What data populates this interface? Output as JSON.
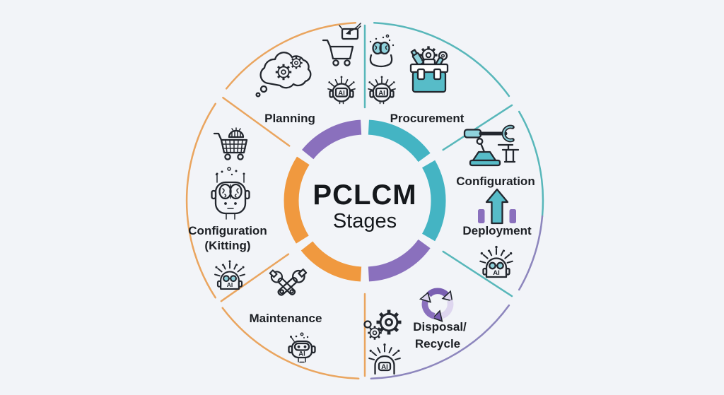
{
  "title": {
    "main": "PCLCM",
    "sub": "Stages"
  },
  "stages": [
    {
      "id": "planning",
      "label": "Planning"
    },
    {
      "id": "procurement",
      "label": "Procurement"
    },
    {
      "id": "configuration",
      "label": "Configuration"
    },
    {
      "id": "deployment",
      "label": "Deployment"
    },
    {
      "id": "disposal-recycle",
      "label": "Disposal/",
      "label2": "Recycle"
    },
    {
      "id": "maintenance",
      "label": "Maintenance"
    },
    {
      "id": "configuration-kitting",
      "label": "Configuration",
      "label2": "(Kitting)"
    }
  ],
  "icons": {
    "ai_label": "AI"
  },
  "colors": {
    "background": "#f2f4f8",
    "ink": "#23272e",
    "label_ink": "#1d2025",
    "teal": "#44b4c3",
    "teal_mid": "#57bcc8",
    "teal_light": "#8fd2dc",
    "purple": "#8a70bd",
    "purple_dk": "#7a5fb2",
    "purple_lt": "#ded6ef",
    "orange": "#f0993f",
    "brain_orange": "#d08038",
    "outer_teal": "#58b7ba",
    "outer_purple": "#8d86bd",
    "outer_orange": "#eaa55f"
  }
}
